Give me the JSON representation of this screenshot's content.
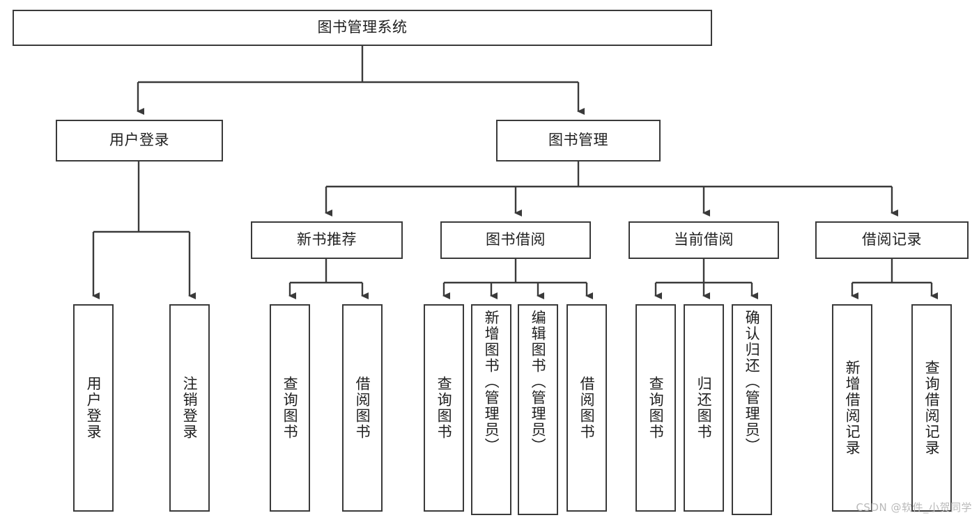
{
  "diagram": {
    "type": "tree-hierarchy",
    "title": "图书管理系统",
    "watermark": "CSDN @软件_小贺同学",
    "colors": {
      "stroke": "#3a3a3a",
      "box_fill": "#ffffff",
      "text": "#1f1f1f",
      "background": "#ffffff",
      "watermark": "#b9b9b9"
    },
    "root": {
      "label": "图书管理系统"
    },
    "level2": [
      {
        "label": "用户登录"
      },
      {
        "label": "图书管理"
      }
    ],
    "level3": [
      {
        "label": "新书推荐"
      },
      {
        "label": "图书借阅"
      },
      {
        "label": "当前借阅"
      },
      {
        "label": "借阅记录"
      }
    ],
    "leaves": {
      "user_login": [
        {
          "label": "用户登录"
        },
        {
          "label": "注销登录"
        }
      ],
      "new_book_recommend": [
        {
          "label": "查询图书"
        },
        {
          "label": "借阅图书"
        }
      ],
      "book_borrow": [
        {
          "label": "查询图书"
        },
        {
          "label": "新增图书（管理员）"
        },
        {
          "label": "编辑图书（管理员）"
        },
        {
          "label": "借阅图书"
        }
      ],
      "current_borrow": [
        {
          "label": "查询图书"
        },
        {
          "label": "归还图书"
        },
        {
          "label": "确认归还（管理员）"
        }
      ],
      "borrow_record": [
        {
          "label": "新增借阅记录"
        },
        {
          "label": "查询借阅记录"
        }
      ]
    }
  }
}
